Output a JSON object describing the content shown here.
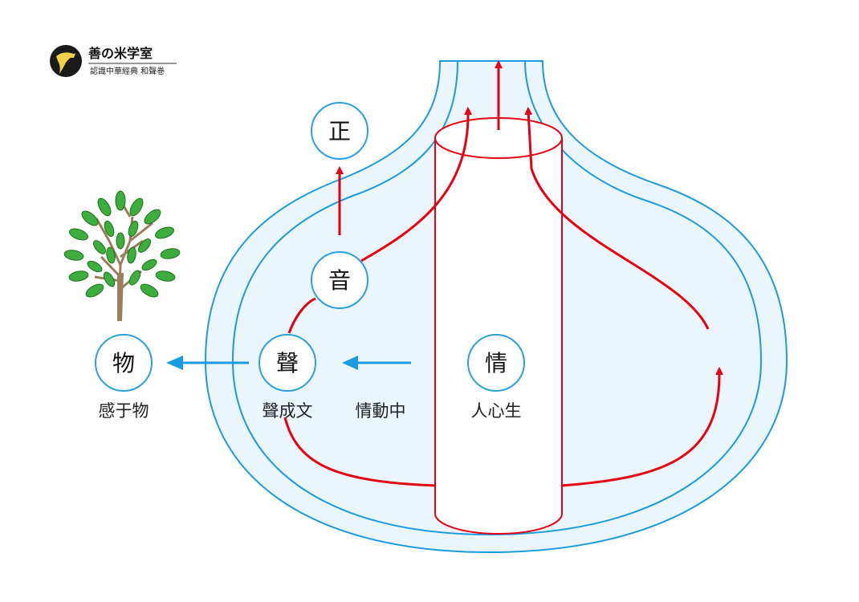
{
  "brand": {
    "title": "善の米学室",
    "subtitle": "認識中華經典 和聲巻"
  },
  "nodes": {
    "zheng": "正",
    "yin": "音",
    "sheng": "聲",
    "qing": "情",
    "wu": "物"
  },
  "captions": {
    "gan_yu_wu": "感于物",
    "sheng_cheng_wen": "聲成文",
    "qing_dong_zhong": "情動中",
    "ren_xin_sheng": "人心生"
  },
  "colors": {
    "red_arrow": "#e60012",
    "blue_arrow": "#1b9be0",
    "vessel_fill": "#eaf5fc",
    "node_stroke": "#2aa0e0",
    "leaf": "#3dae3d",
    "trunk": "#9a7e5e"
  },
  "icons": [
    "bird-logo-icon",
    "tree-icon"
  ]
}
